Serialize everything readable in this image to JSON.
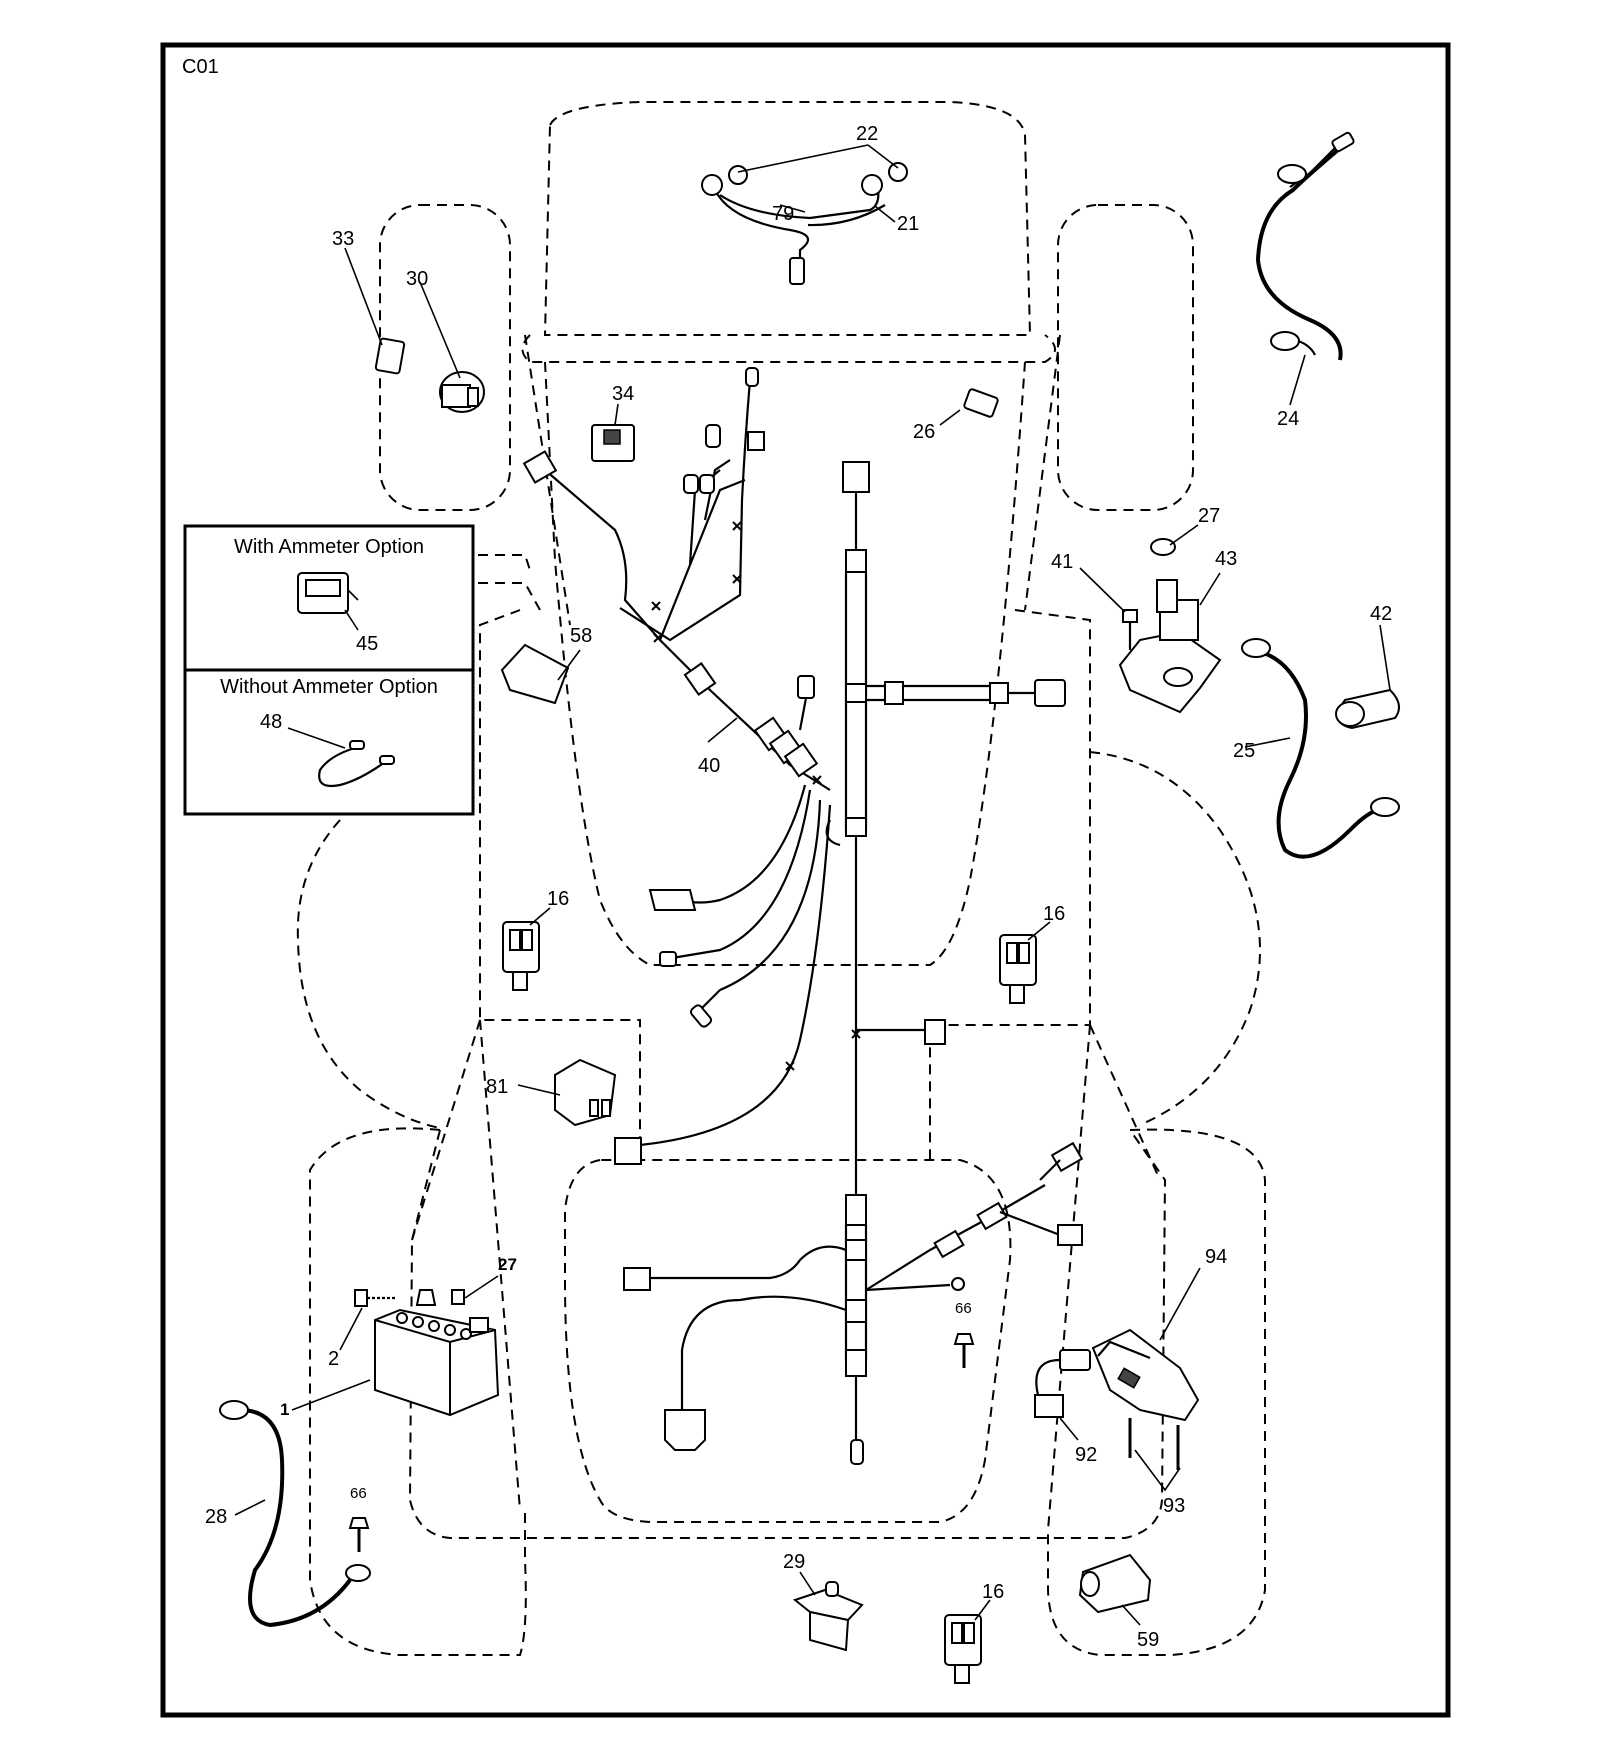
{
  "page_code": "C01",
  "option_box": {
    "with_title": "With Ammeter Option",
    "without_title": "Without Ammeter Option"
  },
  "callouts": {
    "n1": "1",
    "n2": "2",
    "n16a": "16",
    "n16b": "16",
    "n16c": "16",
    "n21": "21",
    "n22": "22",
    "n24": "24",
    "n25": "25",
    "n26": "26",
    "n27a": "27",
    "n27b": "27",
    "n28": "28",
    "n29": "29",
    "n30": "30",
    "n33": "33",
    "n34": "34",
    "n40": "40",
    "n41": "41",
    "n42": "42",
    "n43": "43",
    "n45": "45",
    "n48": "48",
    "n58": "58",
    "n59": "59",
    "n66a": "66",
    "n66b": "66",
    "n79": "79",
    "n81": "81",
    "n92": "92",
    "n93": "93",
    "n94": "94"
  }
}
